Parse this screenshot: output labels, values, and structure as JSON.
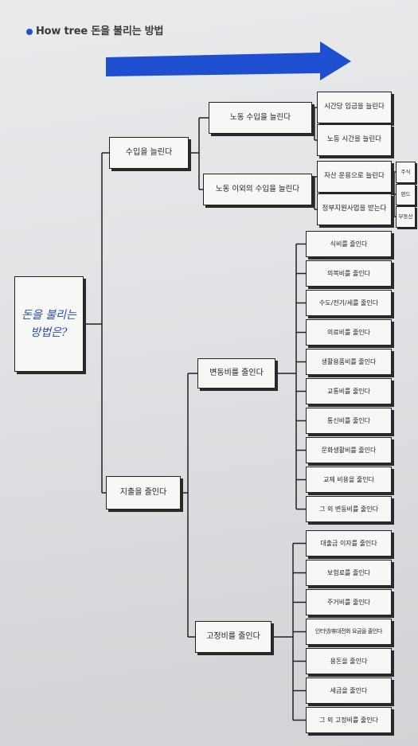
{
  "colors": {
    "accent": "#1f4fd1",
    "handwriting": "#2c4fb5",
    "box_border": "#222222"
  },
  "title": {
    "text": "How tree 돈을 불리는 방법"
  },
  "root": {
    "line1": "돈을 불리는",
    "line2": "방법은?"
  },
  "income": {
    "label": "수입을 늘린다",
    "labor": {
      "label": "노동 수입을 늘린다",
      "items": [
        "시간당 임금을 늘린다",
        "노동 시간을 늘린다"
      ]
    },
    "non_labor": {
      "label": "노동 이외의 수입을 늘린다",
      "items": [
        "자산 운용으로 늘린다",
        "정부지원사업을 받는다"
      ],
      "assets": [
        "주식",
        "펀드",
        "부동산"
      ]
    }
  },
  "expense": {
    "label": "지출을 줄인다",
    "variable": {
      "label": "변동비를 줄인다",
      "items": [
        "식비를 줄인다",
        "의복비를 줄인다",
        "수도/전기/세를 줄인다",
        "의료비를 줄인다",
        "생활용품비를 줄인다",
        "교통비를 줄인다",
        "통신비를 줄인다",
        "문화생활비를 줄인다",
        "교제 비용을 줄인다",
        "그 외 변동비를 줄인다"
      ]
    },
    "fixed": {
      "label": "고정비를 줄인다",
      "items": [
        "대출금 이자를 줄인다",
        "보험료를 줄인다",
        "주거비를 줄인다",
        "인터넷/휴대전화 요금을 줄인다",
        "용돈을 줄인다",
        "세금을 줄인다",
        "그 외 고정비를 줄인다"
      ]
    }
  }
}
